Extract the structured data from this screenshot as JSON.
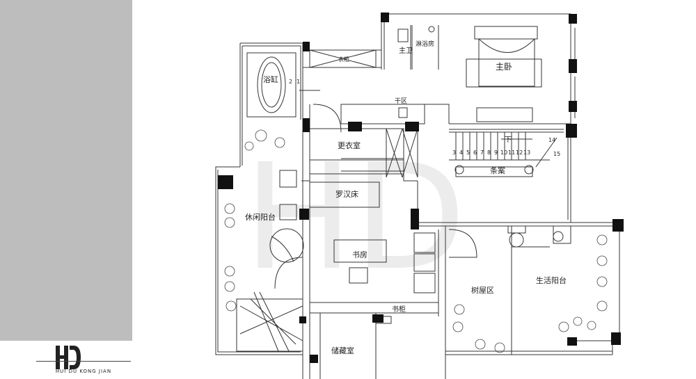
{
  "brand": {
    "logo_letters": "HD",
    "name": "HUI DU KONG JIAN"
  },
  "plan": {
    "watermark": "HD",
    "rooms": {
      "bathtub": "浴缸",
      "master_bath": "主卫",
      "shower_room": "淋浴房",
      "master_bedroom": "主卧",
      "wardrobe_top": "衣柜",
      "dry_zone": "干区",
      "walk_in_closet": "更衣室",
      "daybed": "罗汉床",
      "leisure_balcony": "休闲阳台",
      "study": "书房",
      "bookcase": "书柜",
      "storage": "储藏室",
      "treehouse": "树屋区",
      "living_balcony": "生活阳台",
      "console_table": "条案",
      "stair_down": "下"
    },
    "stair_numbers": [
      "3",
      "4",
      "5",
      "6",
      "7",
      "8",
      "9",
      "10",
      "11",
      "12",
      "13"
    ],
    "stair_extra": [
      "14",
      "15"
    ],
    "tub_marks": [
      "2",
      "1"
    ]
  }
}
